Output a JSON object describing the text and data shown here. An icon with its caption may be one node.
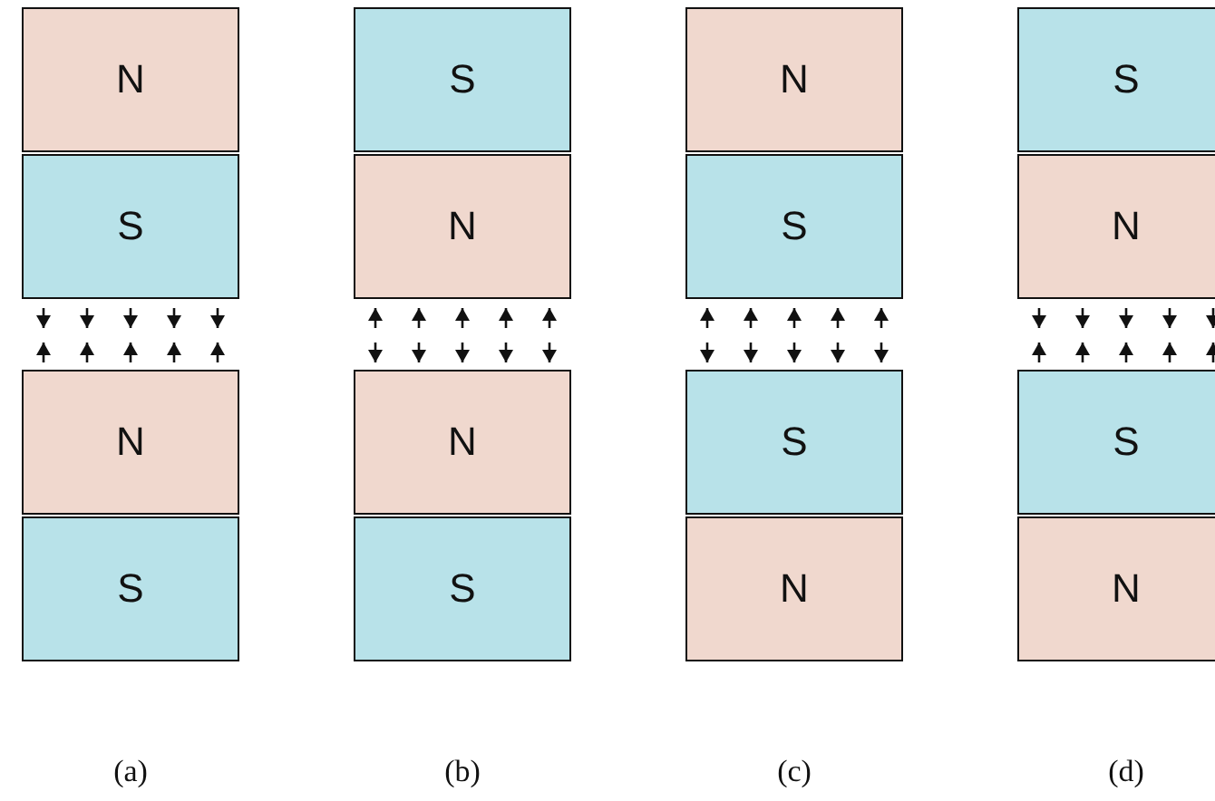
{
  "diagram": {
    "nodes": [
      {
        "text": [
          "N"
        ]
      },
      {
        "text": [
          "S"
        ]
      },
      {
        "text": [
          "N"
        ]
      },
      {
        "text": [
          "S"
        ]
      },
      {
        "text": [
          "S"
        ]
      },
      {
        "text": [
          "N"
        ]
      },
      {
        "text": [
          "N"
        ]
      },
      {
        "text": [
          "S"
        ]
      },
      {
        "text": [
          "N"
        ]
      },
      {
        "text": [
          "S"
        ]
      },
      {
        "text": [
          "S"
        ]
      },
      {
        "text": [
          "N"
        ]
      },
      {
        "text": [
          "S"
        ]
      },
      {
        "text": [
          "N"
        ]
      },
      {
        "text": [
          "S"
        ]
      },
      {
        "text": [
          "N"
        ]
      }
    ],
    "labels": [
      "(a)",
      "(b)",
      "(c)",
      "(d)"
    ]
  }
}
